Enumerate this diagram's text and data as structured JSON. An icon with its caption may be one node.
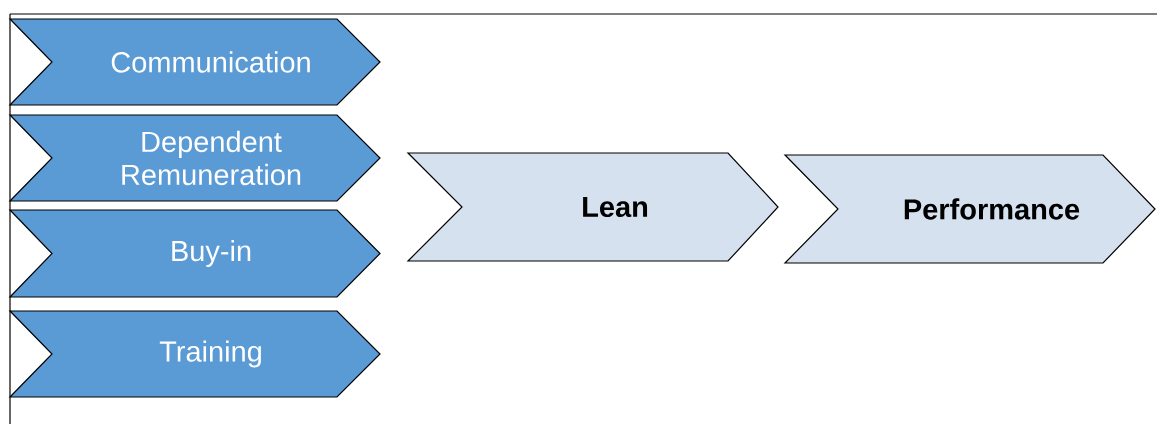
{
  "diagram": {
    "nodes": [
      {
        "text": [
          "Communication"
        ]
      },
      {
        "text": [
          "Dependent Remuneration"
        ]
      },
      {
        "text": [
          "Buy-in"
        ]
      },
      {
        "text": [
          "Training"
        ]
      },
      {
        "text": [
          "Lean"
        ]
      },
      {
        "text": [
          "Performance"
        ]
      }
    ]
  }
}
